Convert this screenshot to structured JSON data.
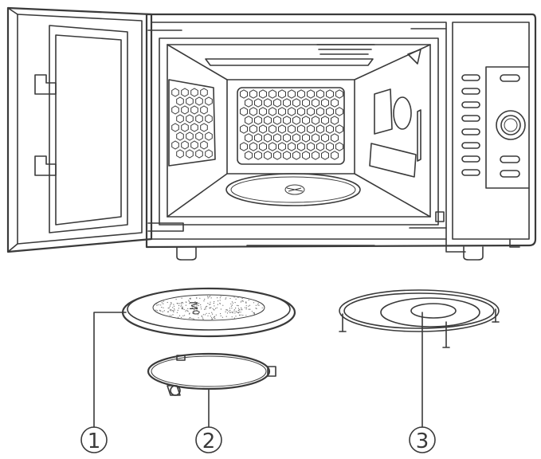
{
  "callouts": [
    {
      "id": "1",
      "label": "1",
      "part": "glass-turntable-tray"
    },
    {
      "id": "2",
      "label": "2",
      "part": "roller-ring"
    },
    {
      "id": "3",
      "label": "3",
      "part": "metal-grill-rack"
    }
  ]
}
